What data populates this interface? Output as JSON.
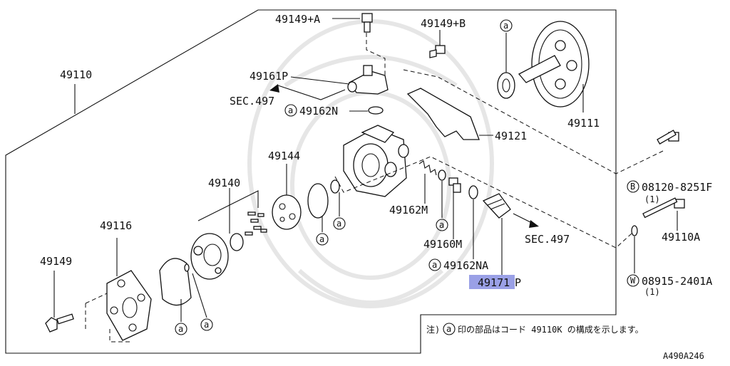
{
  "diagram": {
    "part_labels": {
      "p49149A": "49149+A",
      "p49149B": "49149+B",
      "p49110": "49110",
      "p49161P": "49161P",
      "sec497_top": "SEC.497",
      "p49162N": "49162N",
      "p49111": "49111",
      "p49121": "49121",
      "p49144": "49144",
      "p49140": "49140",
      "p49116": "49116",
      "p49149": "49149",
      "p49162M": "49162M",
      "p49160M": "49160M",
      "p49162NA": "49162NA",
      "sec497_right": "SEC.497",
      "p49171P_highlight": "49171",
      "p49171P_suffix": "P",
      "p08120_8251F": "08120-8251F",
      "p08120_qty": "(1)",
      "p49110A": "49110A",
      "p08915_2401A": "08915-2401A",
      "p08915_qty": "(1)"
    },
    "circle_markers": {
      "a": "a",
      "b": "B",
      "w": "W"
    },
    "note": {
      "prefix": "注)",
      "marker": "a",
      "text": "印の部品はコード 49110K の構成を示します。"
    },
    "figure_code": "A490A246",
    "colors": {
      "highlight": "#9aa0e6",
      "line": "#111111",
      "watermark": "#e6e6e6"
    }
  }
}
